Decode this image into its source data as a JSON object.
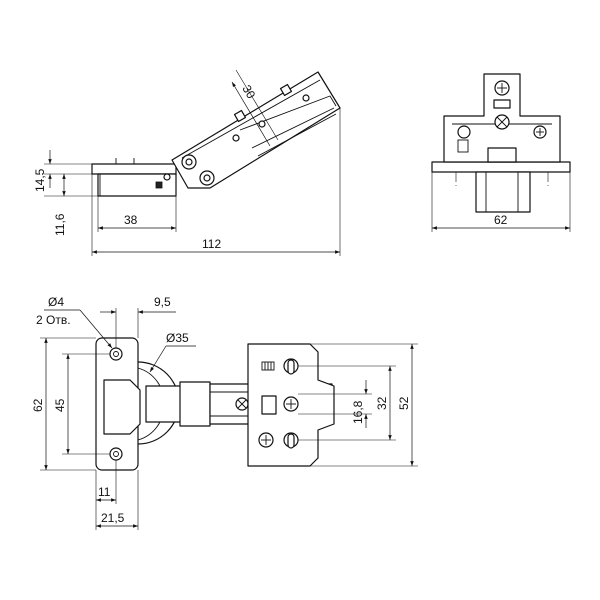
{
  "dimensions": {
    "top_side": {
      "angle": "30",
      "height_top": "14,5",
      "height_bottom": "11,6",
      "depth": "38",
      "total_length": "112"
    },
    "top_front": {
      "width": "62"
    },
    "plan": {
      "hole_diameter": "Ø4",
      "hole_count": "2 Отв.",
      "offset_small": "9,5",
      "cup_diameter": "Ø35",
      "cup_height_outer": "62",
      "cup_hole_spacing": "45",
      "cup_offset": "11",
      "cup_width": "21,5",
      "plate_small": "16,8",
      "plate_mid": "32",
      "plate_total": "52"
    }
  }
}
